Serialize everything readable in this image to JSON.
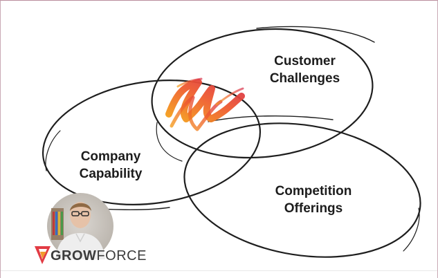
{
  "diagram": {
    "circles": [
      {
        "name": "customer-challenges",
        "label_lines": [
          "Customer",
          "Challenges"
        ]
      },
      {
        "name": "company-capability",
        "label_lines": [
          "Company",
          "Capability"
        ]
      },
      {
        "name": "competition-offerings",
        "label_lines": [
          "Competition",
          "Offerings"
        ]
      }
    ],
    "overlap_mark": {
      "gradient": [
        "#f5a21b",
        "#ee5a2f",
        "#d8324d"
      ]
    },
    "stroke_color": "#1e1e1e"
  },
  "presenter": {
    "icon": "presenter-video-avatar"
  },
  "logo": {
    "icon": "growforce-chevron-logo",
    "word_part_1": "GROW",
    "word_part_2": "FORCE",
    "colors": {
      "red": "#e23b44",
      "orange": "#f29a2e"
    }
  }
}
